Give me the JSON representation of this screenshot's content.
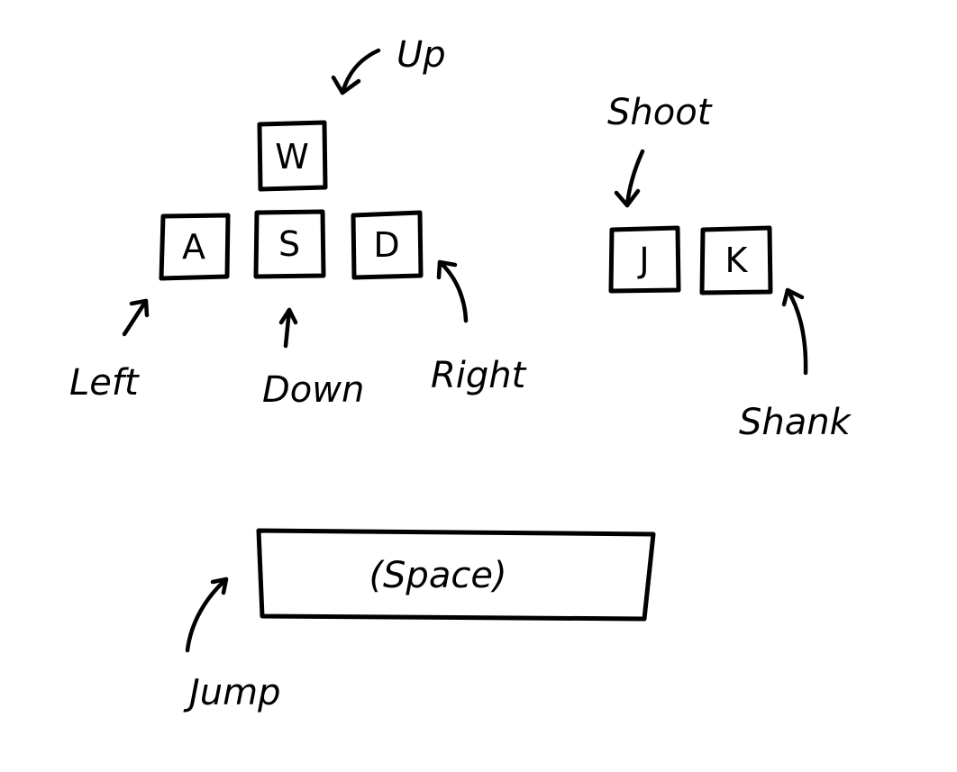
{
  "keys": {
    "w": "W",
    "a": "A",
    "s": "S",
    "d": "D",
    "j": "J",
    "k": "K",
    "space": "(Space)"
  },
  "actions": {
    "up": "Up",
    "left": "Left",
    "down": "Down",
    "right": "Right",
    "shoot": "Shoot",
    "shank": "Shank",
    "jump": "Jump"
  },
  "colors": {
    "ink": "#000000",
    "background": "#ffffff"
  }
}
